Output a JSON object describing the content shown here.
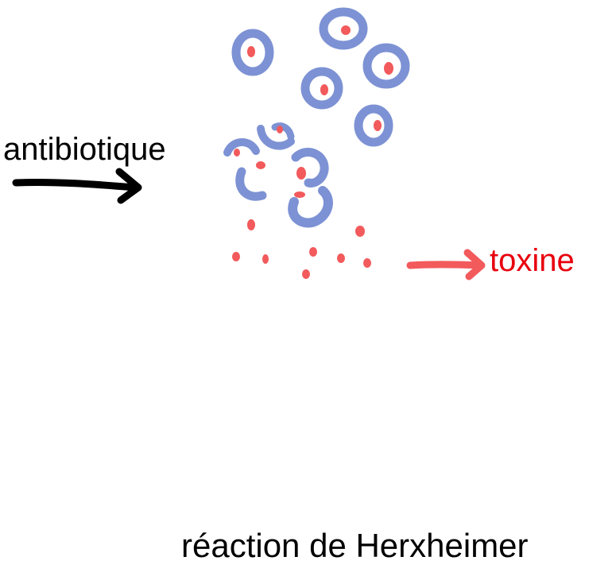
{
  "labels": {
    "antibiotic": "antibiotique",
    "toxin": "toxine",
    "caption": "réaction de Herxheimer"
  },
  "colors": {
    "bacteria": "#7d92d4",
    "toxin": "#f25a5c",
    "text": "#000000",
    "toxin_label": "#e8000d",
    "arrow_antibiotic": "#000000",
    "arrow_toxin": "#f25a5c"
  },
  "icons": {
    "intact_bacterium": "ring-with-red-core",
    "lysed_bacterium": "broken-ring",
    "toxin_particle": "red-dot",
    "arrow": "right-arrow"
  }
}
